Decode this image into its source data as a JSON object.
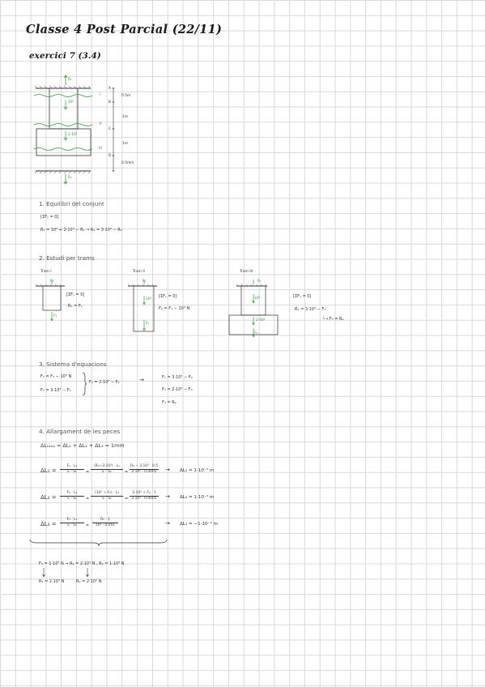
{
  "title": "Classe 4 Post Parcial (22/11)",
  "subtitle": "exercici 7 (3.4)",
  "figure": {
    "top_reaction": "R₁",
    "bottom_reaction": "R₂",
    "load_1": "10³",
    "load_2": "2·10³",
    "sections": [
      "I",
      "II",
      "III"
    ],
    "dims": [
      "0.5m",
      "1m",
      "1m",
      "0.5mm"
    ],
    "points": [
      "A",
      "B",
      "C",
      "D"
    ]
  },
  "section1": {
    "heading": "1. Equilibri del conjunt",
    "eq1": "[ΣFᵧ = 0]",
    "eq2": "R₁ = 10³ + 2·10³ − R₂  →  R₁ = 3·10³ − R₂"
  },
  "section2": {
    "heading": "2. Estudi per trams",
    "trams": [
      {
        "label": "Tram I",
        "force_top": "R₁",
        "force_bot": "F₁",
        "eq1": "[ΣFᵧ = 0]",
        "eq2": "R₁ = F₁"
      },
      {
        "label": "Tram II",
        "force_top": "R₁",
        "load": "10³",
        "force_bot": "F₂",
        "eq1": "[ΣFᵧ = 0]",
        "eq2": "F₂ = F₁ − 10³ N"
      },
      {
        "label": "Tram III",
        "force_top": "R₁",
        "load_1": "10³",
        "load_2": "2·10³",
        "force_bot": "F₃",
        "eq1": "[ΣFᵧ = 0]",
        "eq2": "R₁ = 3·10³ − F₃",
        "eq3": "└→ F₃ = R₂"
      }
    ]
  },
  "section3": {
    "heading": "3. Sistema d'equacions",
    "left": [
      "F₂ = F₁ − 10³ N",
      "F₁ = 3·10³ − F₃"
    ],
    "middle": "F₂ = 2·10³ − F₃",
    "arrow": "→",
    "right": [
      "F₁ = 3·10³ − F₃",
      "F₂ = 2·10³ − F₃",
      "F₃ = R₂"
    ]
  },
  "section4": {
    "heading": "4. Allargament de les peces",
    "total": "ΔLₜₒₜₐₗ = ΔL₁ + ΔL₂ + ΔL₃ = 1mm",
    "rows": [
      {
        "lhs": "ΔL₁ =",
        "f1n": "F₁ · L₁",
        "f1d": "E · S₁",
        "eq": "=",
        "f2n": "(R₂−3·10³) · L₁",
        "f2d": "E · S₁",
        "f3n": "R₂ − 3·10³ · 0.5",
        "f3d": "2·10⁵ · 0.0005",
        "arrow": "→",
        "res": "ΔL₁ = 1·10⁻³ m"
      },
      {
        "lhs": "ΔL₂ =",
        "f1n": "F₂ · L₂",
        "f1d": "E · S₂",
        "eq": "=",
        "f2n": "(10³ + F₂) · L₂",
        "f2d": "E · S₂",
        "f3n": "2·10³ + F₂ · 1",
        "f3d": "2·10⁵ · 0.0005",
        "arrow": "→",
        "res": "ΔL₂ = 1·10⁻³ m"
      },
      {
        "lhs": "ΔL₃ =",
        "f1n": "F₃ · L₃",
        "f1d": "E · S₃",
        "eq": "=",
        "f2n": "R₂ · 1",
        "f2d": "10⁵ · 0.001",
        "f3n": "",
        "f3d": "",
        "arrow": "→",
        "res": "ΔL₃ = −1·10⁻³ m"
      }
    ],
    "final_line": "F₃ = 1·10³ N  →  R₁ = 2·10³ N , R₂ = 1·10³ N",
    "final_below": [
      "R₁ = 2·10³ N",
      "R₂ = 2·10³ N"
    ]
  },
  "colors": {
    "ink": "#333333",
    "green": "#2e9e3a",
    "grid": "#d9d9d9"
  }
}
